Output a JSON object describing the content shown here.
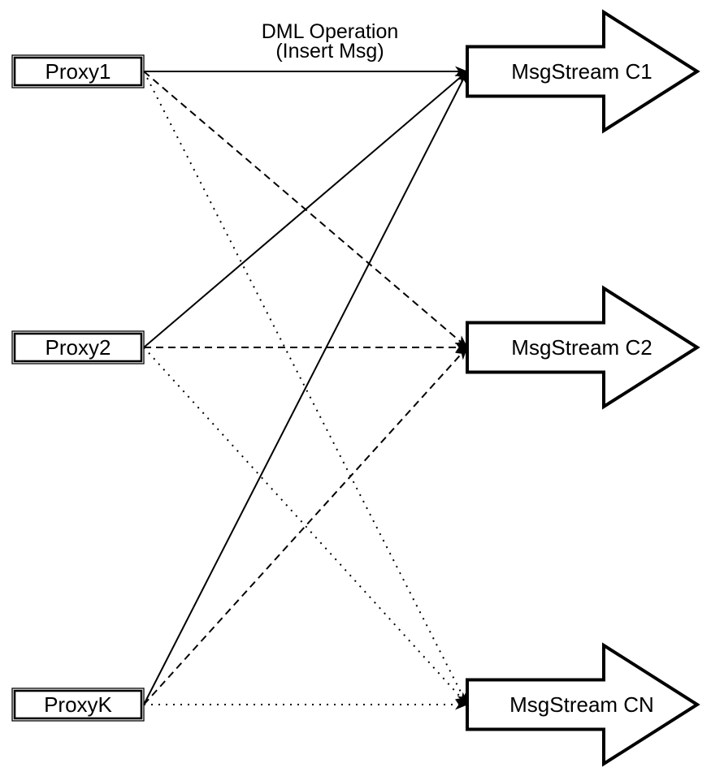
{
  "title": {
    "line1": "DML Operation",
    "line2": "(Insert Msg)"
  },
  "nodes": {
    "proxies": [
      {
        "label": "Proxy1"
      },
      {
        "label": "Proxy2"
      },
      {
        "label": "ProxyK"
      }
    ],
    "streams": [
      {
        "label": "MsgStream C1"
      },
      {
        "label": "MsgStream C2"
      },
      {
        "label": "MsgStream CN"
      }
    ]
  },
  "edges": [
    {
      "from": "Proxy1",
      "to": "MsgStream C1",
      "style": "solid"
    },
    {
      "from": "Proxy2",
      "to": "MsgStream C1",
      "style": "solid"
    },
    {
      "from": "ProxyK",
      "to": "MsgStream C1",
      "style": "solid"
    },
    {
      "from": "Proxy1",
      "to": "MsgStream C2",
      "style": "dashed"
    },
    {
      "from": "Proxy2",
      "to": "MsgStream C2",
      "style": "dashed"
    },
    {
      "from": "ProxyK",
      "to": "MsgStream C2",
      "style": "dashed"
    },
    {
      "from": "Proxy1",
      "to": "MsgStream CN",
      "style": "dotted"
    },
    {
      "from": "Proxy2",
      "to": "MsgStream CN",
      "style": "dotted"
    },
    {
      "from": "ProxyK",
      "to": "MsgStream CN",
      "style": "dotted"
    }
  ],
  "colors": {
    "stroke": "#000000",
    "fill": "#ffffff",
    "text": "#000000",
    "background": "#ffffff"
  }
}
